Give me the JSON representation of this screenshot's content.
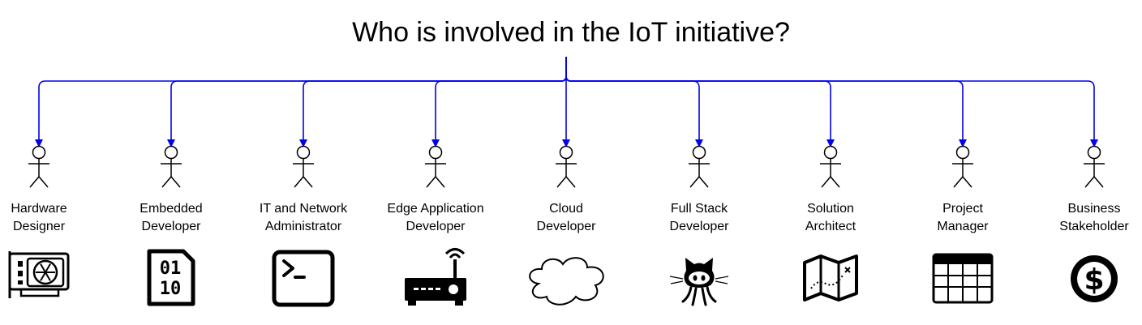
{
  "title": "Who is involved in the IoT initiative?",
  "colors": {
    "arrow": "#0000ee",
    "stroke": "#000000",
    "background": "#ffffff"
  },
  "roles": [
    {
      "line1": "Hardware",
      "line2": "Designer",
      "icon": "graphics-card-icon"
    },
    {
      "line1": "Embedded",
      "line2": "Developer",
      "icon": "binary-chip-icon"
    },
    {
      "line1": "IT and Network",
      "line2": "Administrator",
      "icon": "terminal-icon"
    },
    {
      "line1": "Edge Application",
      "line2": "Developer",
      "icon": "router-icon"
    },
    {
      "line1": "Cloud",
      "line2": "Developer",
      "icon": "cloud-icon"
    },
    {
      "line1": "Full Stack",
      "line2": "Developer",
      "icon": "octocat-icon"
    },
    {
      "line1": "Solution",
      "line2": "Architect",
      "icon": "map-icon"
    },
    {
      "line1": "Project",
      "line2": "Manager",
      "icon": "table-icon"
    },
    {
      "line1": "Business",
      "line2": "Stakeholder",
      "icon": "dollar-coin-icon"
    }
  ]
}
